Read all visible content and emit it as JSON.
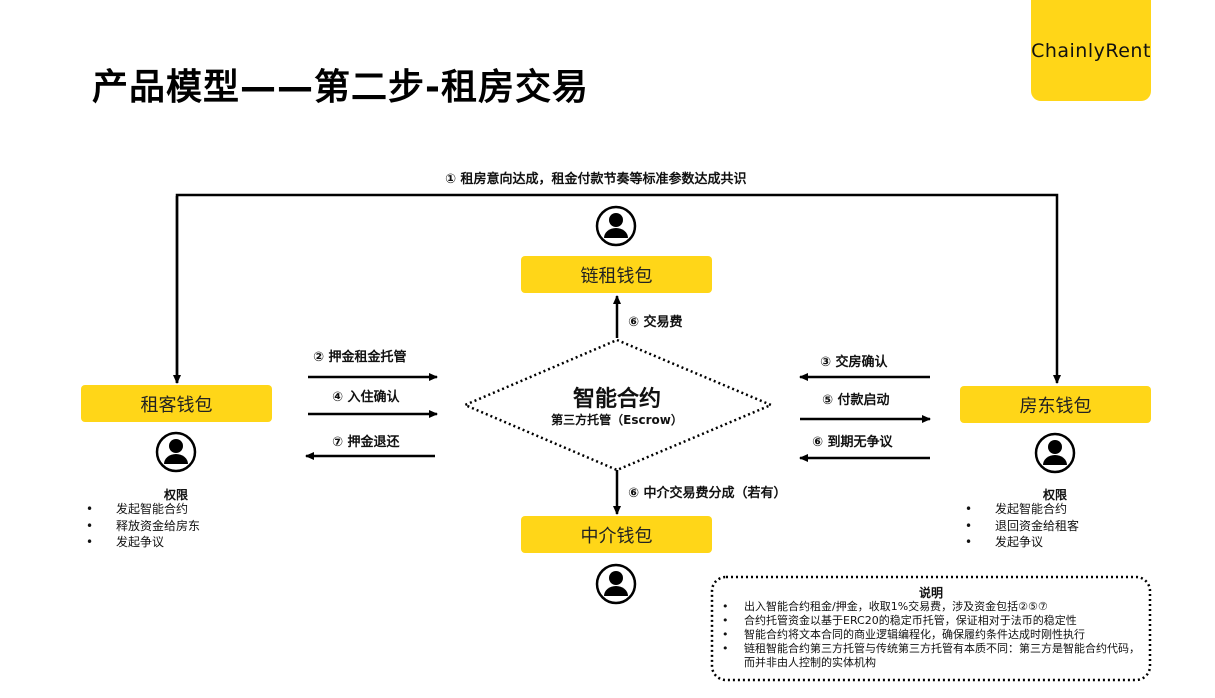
{
  "title": "产品模型——第二步-租房交易",
  "logo": "ChainlyRent",
  "colors": {
    "accent": "#FFD618",
    "line": "#000000",
    "text": "#111111"
  },
  "nodes": {
    "chain_wallet": "链租钱包",
    "tenant_wallet": "租客钱包",
    "landlord_wallet": "房东钱包",
    "agent_wallet": "中介钱包",
    "contract_title": "智能合约",
    "contract_subtitle": "第三方托管（Escrow）"
  },
  "edges": {
    "step1": "① 租房意向达成，租金付款节奏等标准参数达成共识",
    "step2": "② 押金租金托管",
    "step4": "④ 入住确认",
    "step7": "⑦ 押金退还",
    "step3": "③ 交房确认",
    "step5": "⑤ 付款启动",
    "step6_noobj": "⑥ 到期无争议",
    "step6_fee": "⑥ 交易费",
    "step6_agent": "⑥ 中介交易费分成（若有）"
  },
  "tenant_perms": {
    "title": "权限",
    "items": [
      "发起智能合约",
      "释放资金给房东",
      "发起争议"
    ]
  },
  "landlord_perms": {
    "title": "权限",
    "items": [
      "发起智能合约",
      "退回资金给租客",
      "发起争议"
    ]
  },
  "notes": {
    "title": "说明",
    "items": [
      "出入智能合约租金/押金，收取1%交易费，涉及资金包括②⑤⑦",
      "合约托管资金以基于ERC20的稳定币托管，保证相对于法币的稳定性",
      "智能合约将文本合同的商业逻辑编程化，确保履约条件达成时刚性执行",
      "链租智能合约第三方托管与传统第三方托管有本质不同：第三方是智能合约代码，而并非由人控制的实体机构"
    ]
  },
  "icons": {
    "chain_user": "user-avatar-icon",
    "tenant_user": "user-avatar-icon",
    "landlord_user": "user-avatar-icon",
    "agent_user": "user-avatar-icon"
  }
}
